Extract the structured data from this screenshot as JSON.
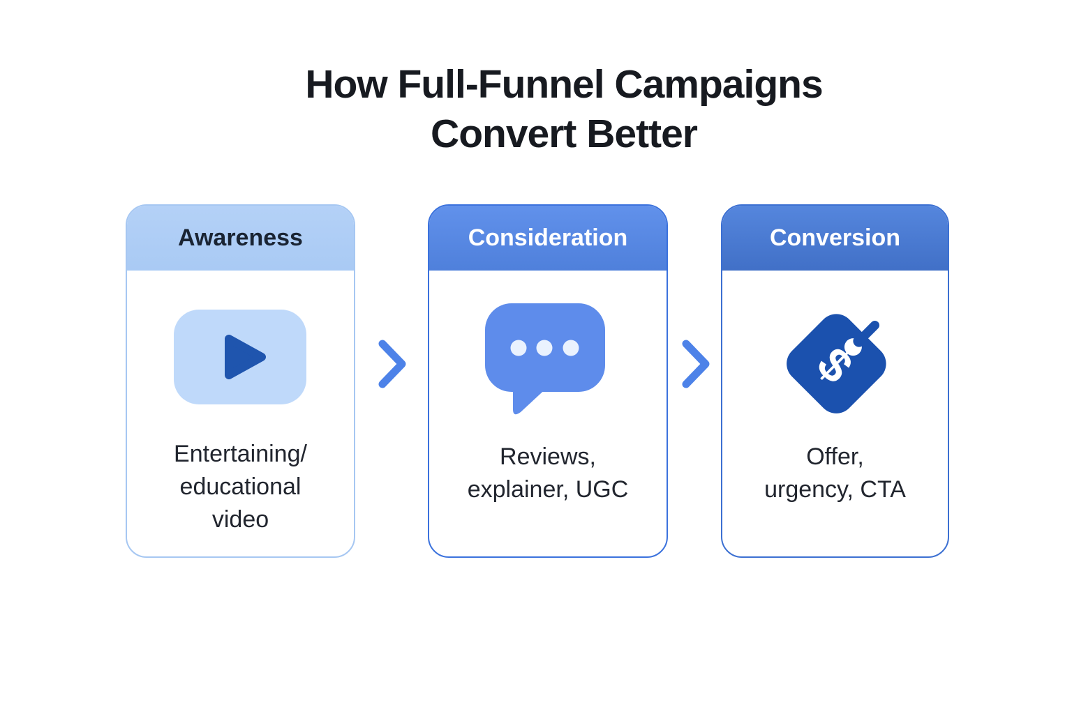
{
  "title": {
    "line1": "How Full-Funnel Campaigns",
    "line2": "Convert Better"
  },
  "stages": [
    {
      "label": "Awareness",
      "icon": "video-play-icon",
      "lines": [
        "Entertaining/",
        "educational",
        "video"
      ],
      "header_bg": "#aecdf5",
      "header_text_color": "#1a2433",
      "border_color": "#a6c7f2"
    },
    {
      "label": "Consideration",
      "icon": "chat-bubble-icon",
      "lines": [
        "Reviews,",
        "explainer, UGC"
      ],
      "header_bg": "#5b8ae4",
      "header_text_color": "#ffffff",
      "border_color": "#3b72dd"
    },
    {
      "label": "Conversion",
      "icon": "price-tag-icon",
      "lines": [
        "Offer,",
        "urgency, CTA"
      ],
      "header_bg": "#4b7bd3",
      "header_text_color": "#ffffff",
      "border_color": "#3c70d2"
    }
  ],
  "connectors": {
    "icon": "chevron-right-icon",
    "count": 2,
    "color": "#4d82e8"
  },
  "colors": {
    "background": "#ffffff",
    "title_text": "#171a20",
    "body_text": "#21252e",
    "play_button_bg": "#bfd9fa",
    "play_triangle": "#1f55ae",
    "chat_bubble": "#5e8ceb",
    "chat_dots": "#eaf2fe",
    "price_tag": "#1b51ae"
  }
}
